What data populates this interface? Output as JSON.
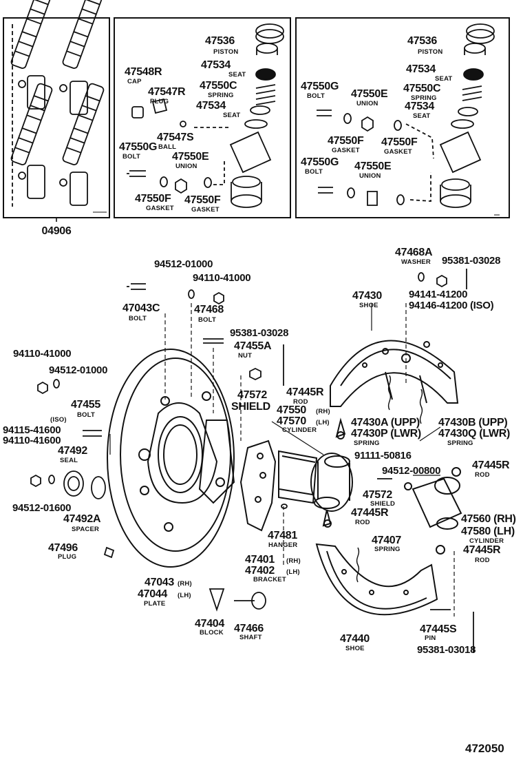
{
  "diagram_id": "472050",
  "kit": "04906",
  "labels": {
    "piston_part": "47536",
    "piston_name": "PISTON",
    "seat_part": "47534",
    "seat_name": "SEAT",
    "spring_c_part": "47550C",
    "spring_c_name": "SPRING",
    "cap_part": "47548R",
    "cap_name": "CAP",
    "plug_r_part": "47547R",
    "plug_r_name": "PLUG",
    "ball_part": "47547S",
    "ball_name": "BALL",
    "bolt_g_part": "47550G",
    "bolt_name": "BOLT",
    "union_e_part": "47550E",
    "union_name": "UNION",
    "gasket_f_part": "47550F",
    "gasket_name": "GASKET",
    "washer_9451201000": "94512-01000",
    "nut_9411041000": "94110-41000",
    "bolt_47043c": "47043C",
    "bolt_47468": "47468",
    "pin_9538103028": "95381-03028",
    "nut_47455a": "47455A",
    "nut_name": "NUT",
    "part_47455": "47455",
    "iso": "(ISO)",
    "part_9411541600": "94115-41600",
    "part_9411041600": "94110-41600",
    "seal_part": "47492",
    "seal_name": "SEAL",
    "washer_9451201600": "94512-01600",
    "spacer_part": "47492A",
    "spacer_name": "SPACER",
    "plug_part": "47496",
    "plug_name": "PLUG",
    "plate_rh": "47043",
    "rh": "(RH)",
    "plate_lh": "47044",
    "lh": "(LH)",
    "plate_name": "PLATE",
    "block_part": "47404",
    "block_name": "BLOCK",
    "shaft_part": "47466",
    "shaft_name": "SHAFT",
    "shield_part": "47572",
    "shield_word": "SHIELD",
    "shield_name": "SHIELD",
    "rod_part": "47445R",
    "rod_name": "ROD",
    "cyl_47550": "47550",
    "cyl_47570": "47570",
    "cylinder_name": "CYLINDER",
    "hanger_part": "47481",
    "hanger_name": "HANGER",
    "bracket_rh": "47401",
    "bracket_lh": "47402",
    "bracket_name": "BRACKET",
    "washer_a": "47468A",
    "washer_name": "WASHER",
    "shoe_upper": "47430",
    "shoe_name": "SHOE",
    "part_9414141200": "94141-41200",
    "part_9414641200": "94146-41200 (ISO)",
    "spring_a": "47430A (UPP)",
    "spring_p": "47430P (LWR)",
    "spring_b": "47430B (UPP)",
    "spring_q": "47430Q (LWR)",
    "spring_name": "SPRING",
    "bolt_9111150816": "91111-50816",
    "washer_9451200800": "94512-00800",
    "cyl_47560": "47560 (RH)",
    "cyl_47580": "47580 (LH)",
    "spring_47407": "47407",
    "shoe_lower": "47440",
    "pin_part": "47445S",
    "pin_name": "PIN",
    "pin_9538103018": "95381-03018"
  }
}
